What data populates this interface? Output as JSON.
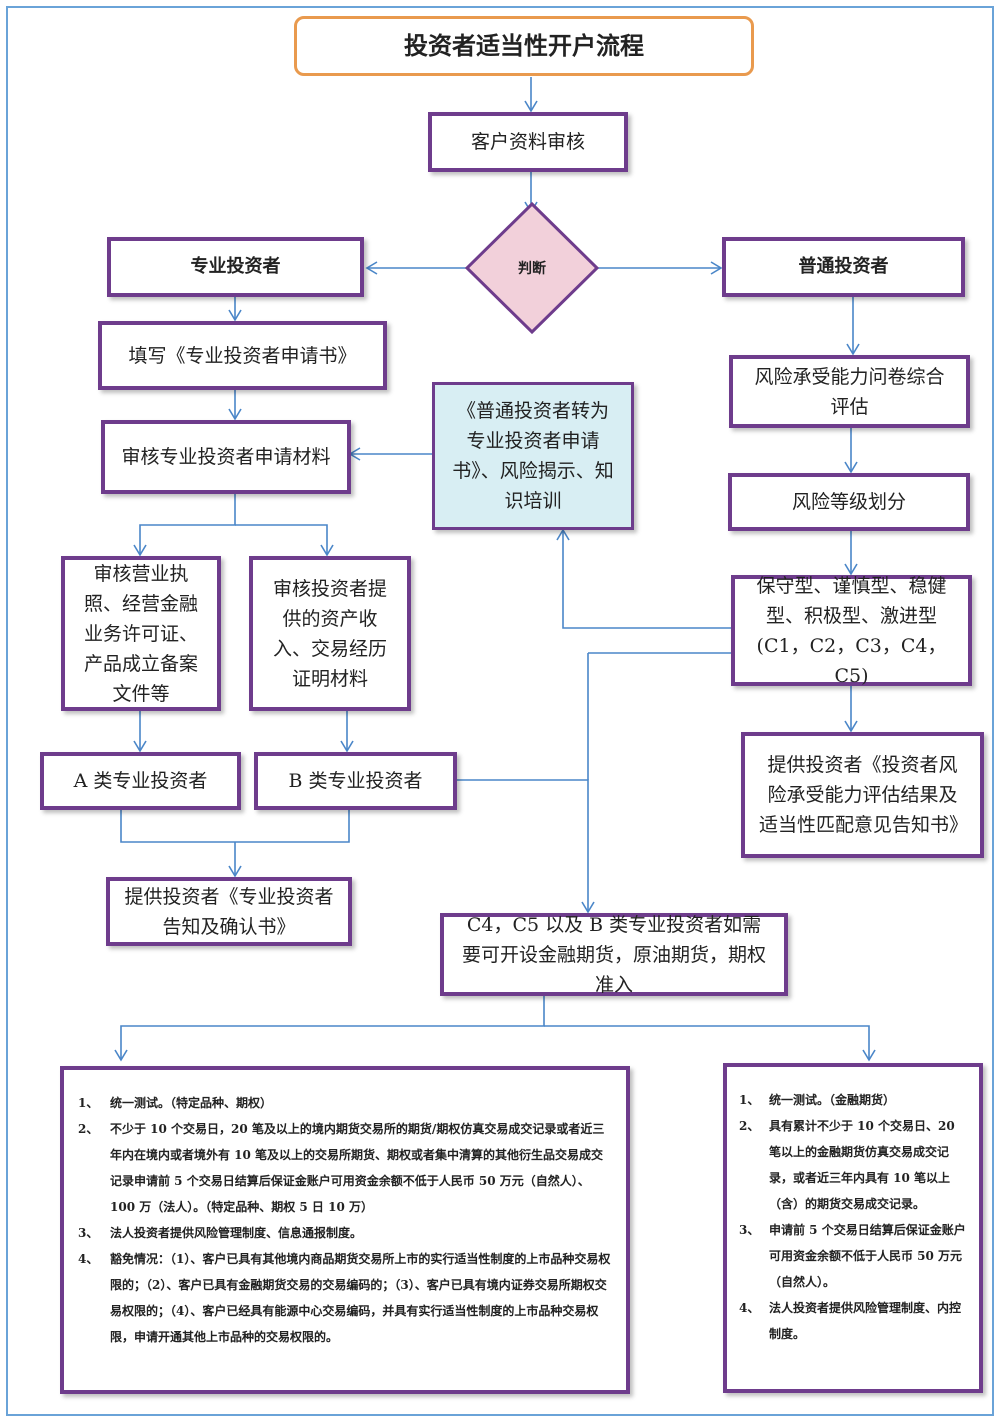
{
  "title": "投资者适当性开户流程",
  "nodes": {
    "customer_review": "客户资料审核",
    "judge": "判断",
    "professional_investor": "专业投资者",
    "ordinary_investor": "普通投资者",
    "fill_application": "填写《专业投资者申请书》",
    "review_materials": "审核专业投资者申请材料",
    "conversion_application": "《普通投资者转为专业投资者申请书》、风险揭示、知识培训",
    "risk_questionnaire": "风险承受能力问卷综合评估",
    "risk_grading": "风险等级划分",
    "risk_types": "保守型、谨慎型、稳健型、积极型、激进型(C1，C2，C3，C4，C5)",
    "review_license": "审核营业执照、经营金融业务许可证、产品成立备案文件等",
    "review_assets": "审核投资者提供的资产收入、交易经历证明材料",
    "class_a": "A 类专业投资者",
    "class_b": "B 类专业投资者",
    "provide_ordinary_notice": "提供投资者《投资者风险承受能力评估结果及适当性匹配意见告知书》",
    "provide_professional_notice": "提供投资者《专业投资者告知及确认书》",
    "futures_access": "C4，C5 以及 B 类专业投资者如需要可开设金融期货，原油期货，期权准入"
  },
  "left_rules": [
    {
      "num": "1、",
      "text": "统一测试。（特定品种、期权）"
    },
    {
      "num": "2、",
      "text": "不少于 10 个交易日，20 笔及以上的境内期货交易所的期货/期权仿真交易成交记录或者近三年内在境内或者境外有 10 笔及以上的交易所期货、期权或者集中清算的其他衍生品交易成交记录申请前 5 个交易日结算后保证金账户可用资金余额不低于人民币 50 万元（自然人）、100 万（法人）。（特定品种、期权 5 日 10 万）"
    },
    {
      "num": "3、",
      "text": "法人投资者提供风险管理制度、信息通报制度。"
    },
    {
      "num": "4、",
      "text": "豁免情况：（1）、客户已具有其他境内商品期货交易所上市的实行适当性制度的上市品种交易权限的；（2）、客户已具有金融期货交易的交易编码的；（3）、客户已具有境内证券交易所期权交易权限的；（4）、客户已经具有能源中心交易编码，并具有实行适当性制度的上市品种交易权限，申请开通其他上市品种的交易权限的。"
    }
  ],
  "right_rules": [
    {
      "num": "1、",
      "text": "统一测试。（金融期货）"
    },
    {
      "num": "2、",
      "text": "具有累计不少于 10 个交易日、20 笔以上的金融期货仿真交易成交记录，或者近三年内具有 10 笔以上（含）的期货交易成交记录。"
    },
    {
      "num": "3、",
      "text": "申请前 5 个交易日结算后保证金账户可用资金余额不低于人民币 50 万元（自然人）。"
    },
    {
      "num": "4、",
      "text": "法人投资者提供风险管理制度、内控制度。"
    }
  ],
  "colors": {
    "box_border": "#6e3c8c",
    "title_border": "#e99a4e",
    "arrow": "#4a86c8",
    "diamond_fill": "#f2d0da",
    "highlight_fill": "#d8eef3",
    "page_border": "#6aa3d8"
  }
}
